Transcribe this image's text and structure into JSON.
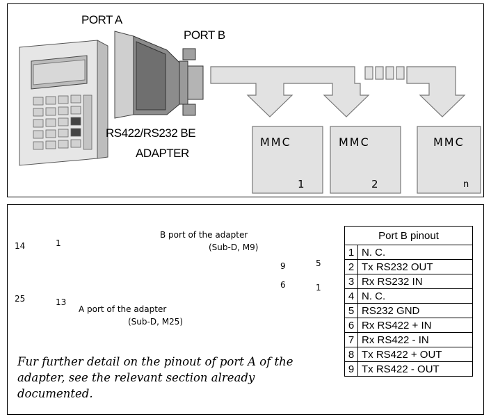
{
  "top": {
    "port_a_label": "PORT A",
    "port_b_label": "PORT B",
    "adapter_label_line1": "RS422/RS232 BE",
    "adapter_label_line2": "ADAPTER",
    "mmc_boxes": [
      {
        "title": "MMC",
        "index": "1"
      },
      {
        "title": "MMC",
        "index": "2"
      },
      {
        "title": "MMC",
        "index": "n"
      }
    ]
  },
  "bottom": {
    "connector_a": {
      "label_line1": "A port of the adapter",
      "label_line2": "(Sub-D, M25)",
      "pin_14": "14",
      "pin_1": "1",
      "pin_25": "25",
      "pin_13": "13"
    },
    "connector_b": {
      "label_line1": "B port of the adapter",
      "label_line2": "(Sub-D, M9)",
      "pin_9": "9",
      "pin_5": "5",
      "pin_6": "6",
      "pin_1": "1"
    },
    "note": "Fur further detail on the pinout of port A of the adapter, see the relevant section already documented.",
    "pinout_table": {
      "header": "Port B pinout",
      "rows": [
        {
          "pin": "1",
          "signal": "N. C."
        },
        {
          "pin": "2",
          "signal": "Tx RS232 OUT"
        },
        {
          "pin": "3",
          "signal": "Rx RS232 IN"
        },
        {
          "pin": "4",
          "signal": "N. C."
        },
        {
          "pin": "5",
          "signal": "RS232 GND"
        },
        {
          "pin": "6",
          "signal": "Rx RS422 + IN"
        },
        {
          "pin": "7",
          "signal": "Rx RS422 - IN"
        },
        {
          "pin": "8",
          "signal": "Tx RS422 + OUT"
        },
        {
          "pin": "9",
          "signal": "Tx RS422 - OUT"
        }
      ]
    }
  }
}
